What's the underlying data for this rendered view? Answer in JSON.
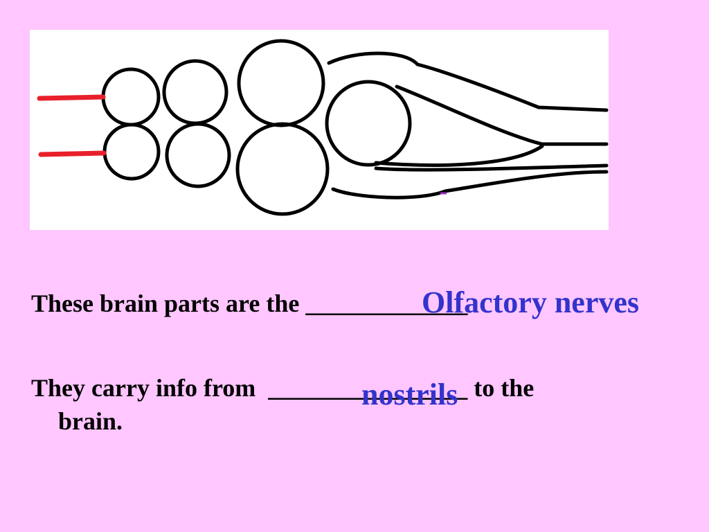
{
  "slide": {
    "background_color": "#ffc6ff",
    "sentence1": {
      "text": "These brain parts are the ",
      "blank": "_____________",
      "answer": "Olfactory nerves"
    },
    "sentence2": {
      "text": "They carry info from  ",
      "blank": "________________",
      "suffix": " to the",
      "continuation": "brain.",
      "answer": "nostrils"
    },
    "answer_color": "#3333cc",
    "highlight_color": "#e8202a"
  }
}
